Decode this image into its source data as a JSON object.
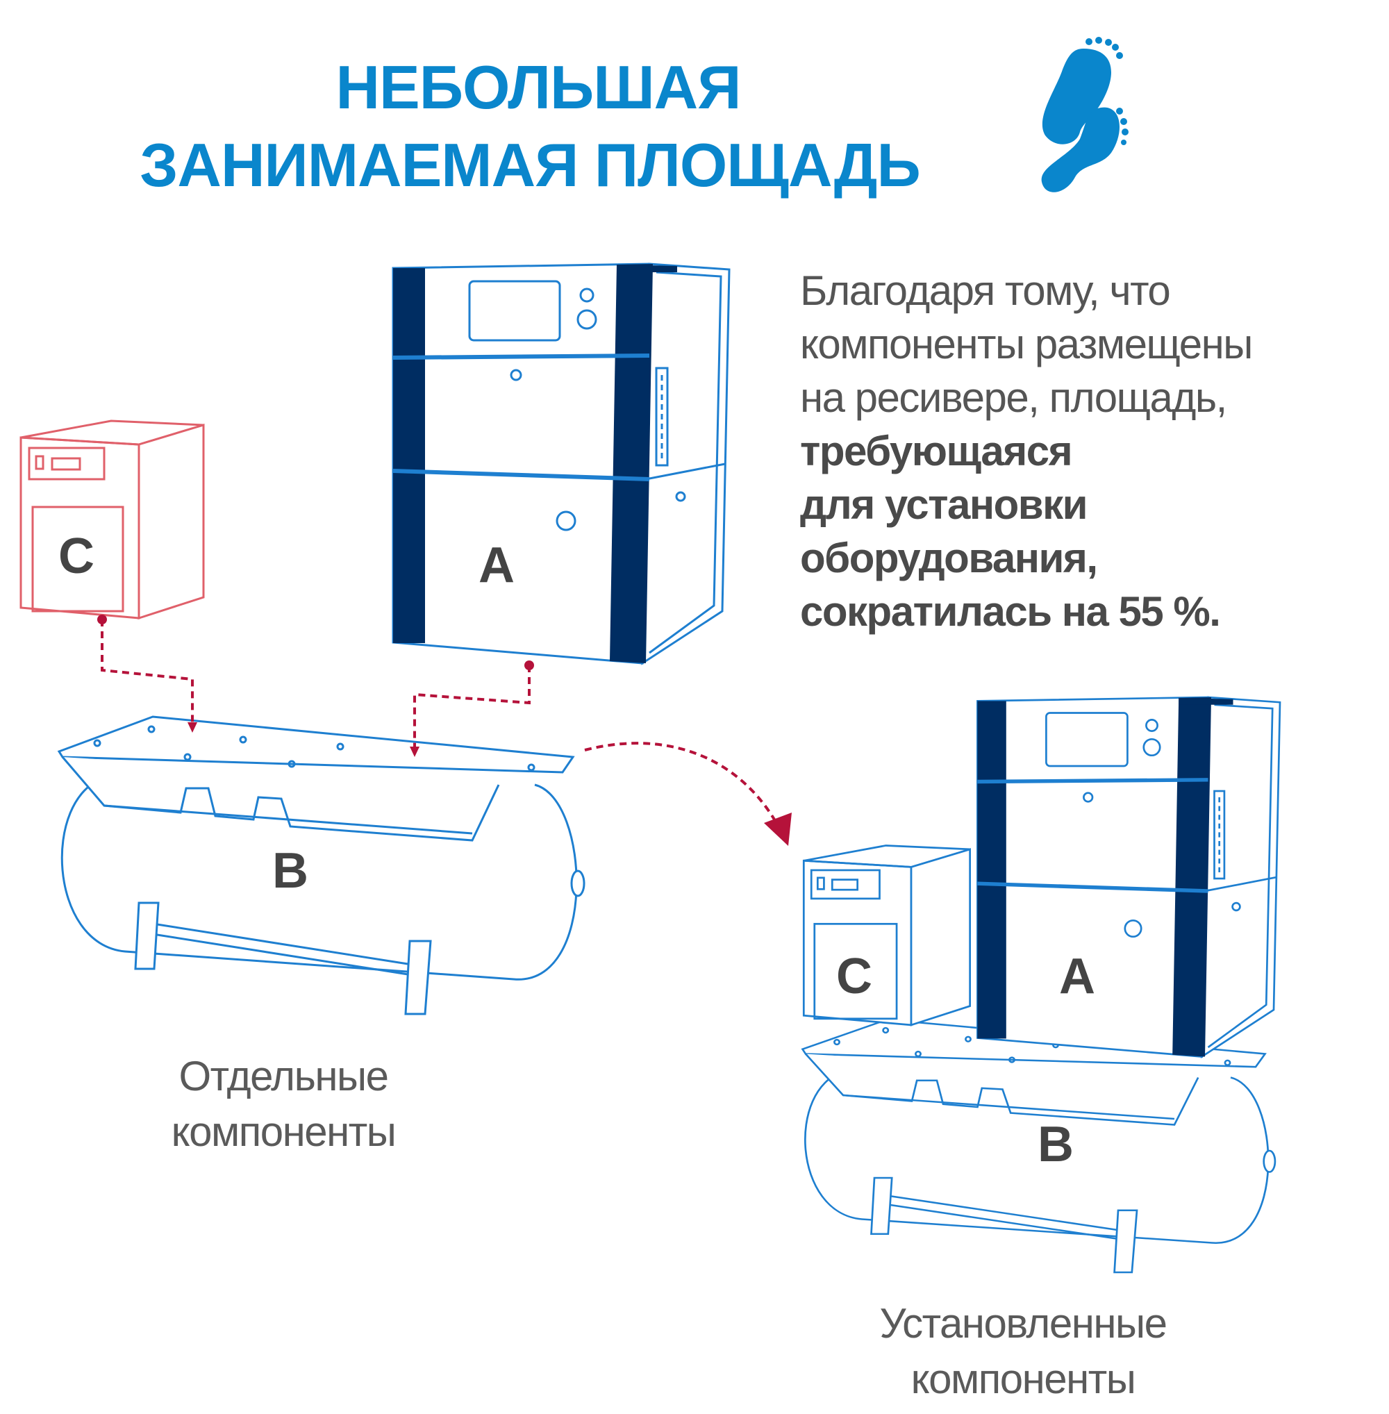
{
  "title": {
    "line1": "НЕБОЛЬШАЯ",
    "line2": "ЗАНИМАЕМАЯ ПЛОЩАДЬ"
  },
  "description": {
    "lines": [
      {
        "text": "Благодаря тому, что",
        "bold": false
      },
      {
        "text": "компоненты размещены",
        "bold": false
      },
      {
        "text": "на ресивере, площадь,",
        "bold": false
      },
      {
        "text": "требующаяся",
        "bold": true
      },
      {
        "text": "для установки",
        "bold": true
      },
      {
        "text": "оборудования,",
        "bold": true
      },
      {
        "text": "сократилась на 55 %.",
        "bold": true
      }
    ]
  },
  "labels": {
    "compressor": "A",
    "receiver": "B",
    "dryer": "C"
  },
  "captions": {
    "separate": {
      "line1": "Отдельные",
      "line2": "компоненты"
    },
    "installed": {
      "line1": "Установленные",
      "line2": "компоненты"
    }
  },
  "icons": {
    "footprint": "footprints-icon"
  },
  "colors": {
    "title": "#0a86cc",
    "line": "#1e7fd0",
    "navy": "#002d62",
    "red": "#b5123a",
    "dryer_outline": "#e0606a"
  }
}
